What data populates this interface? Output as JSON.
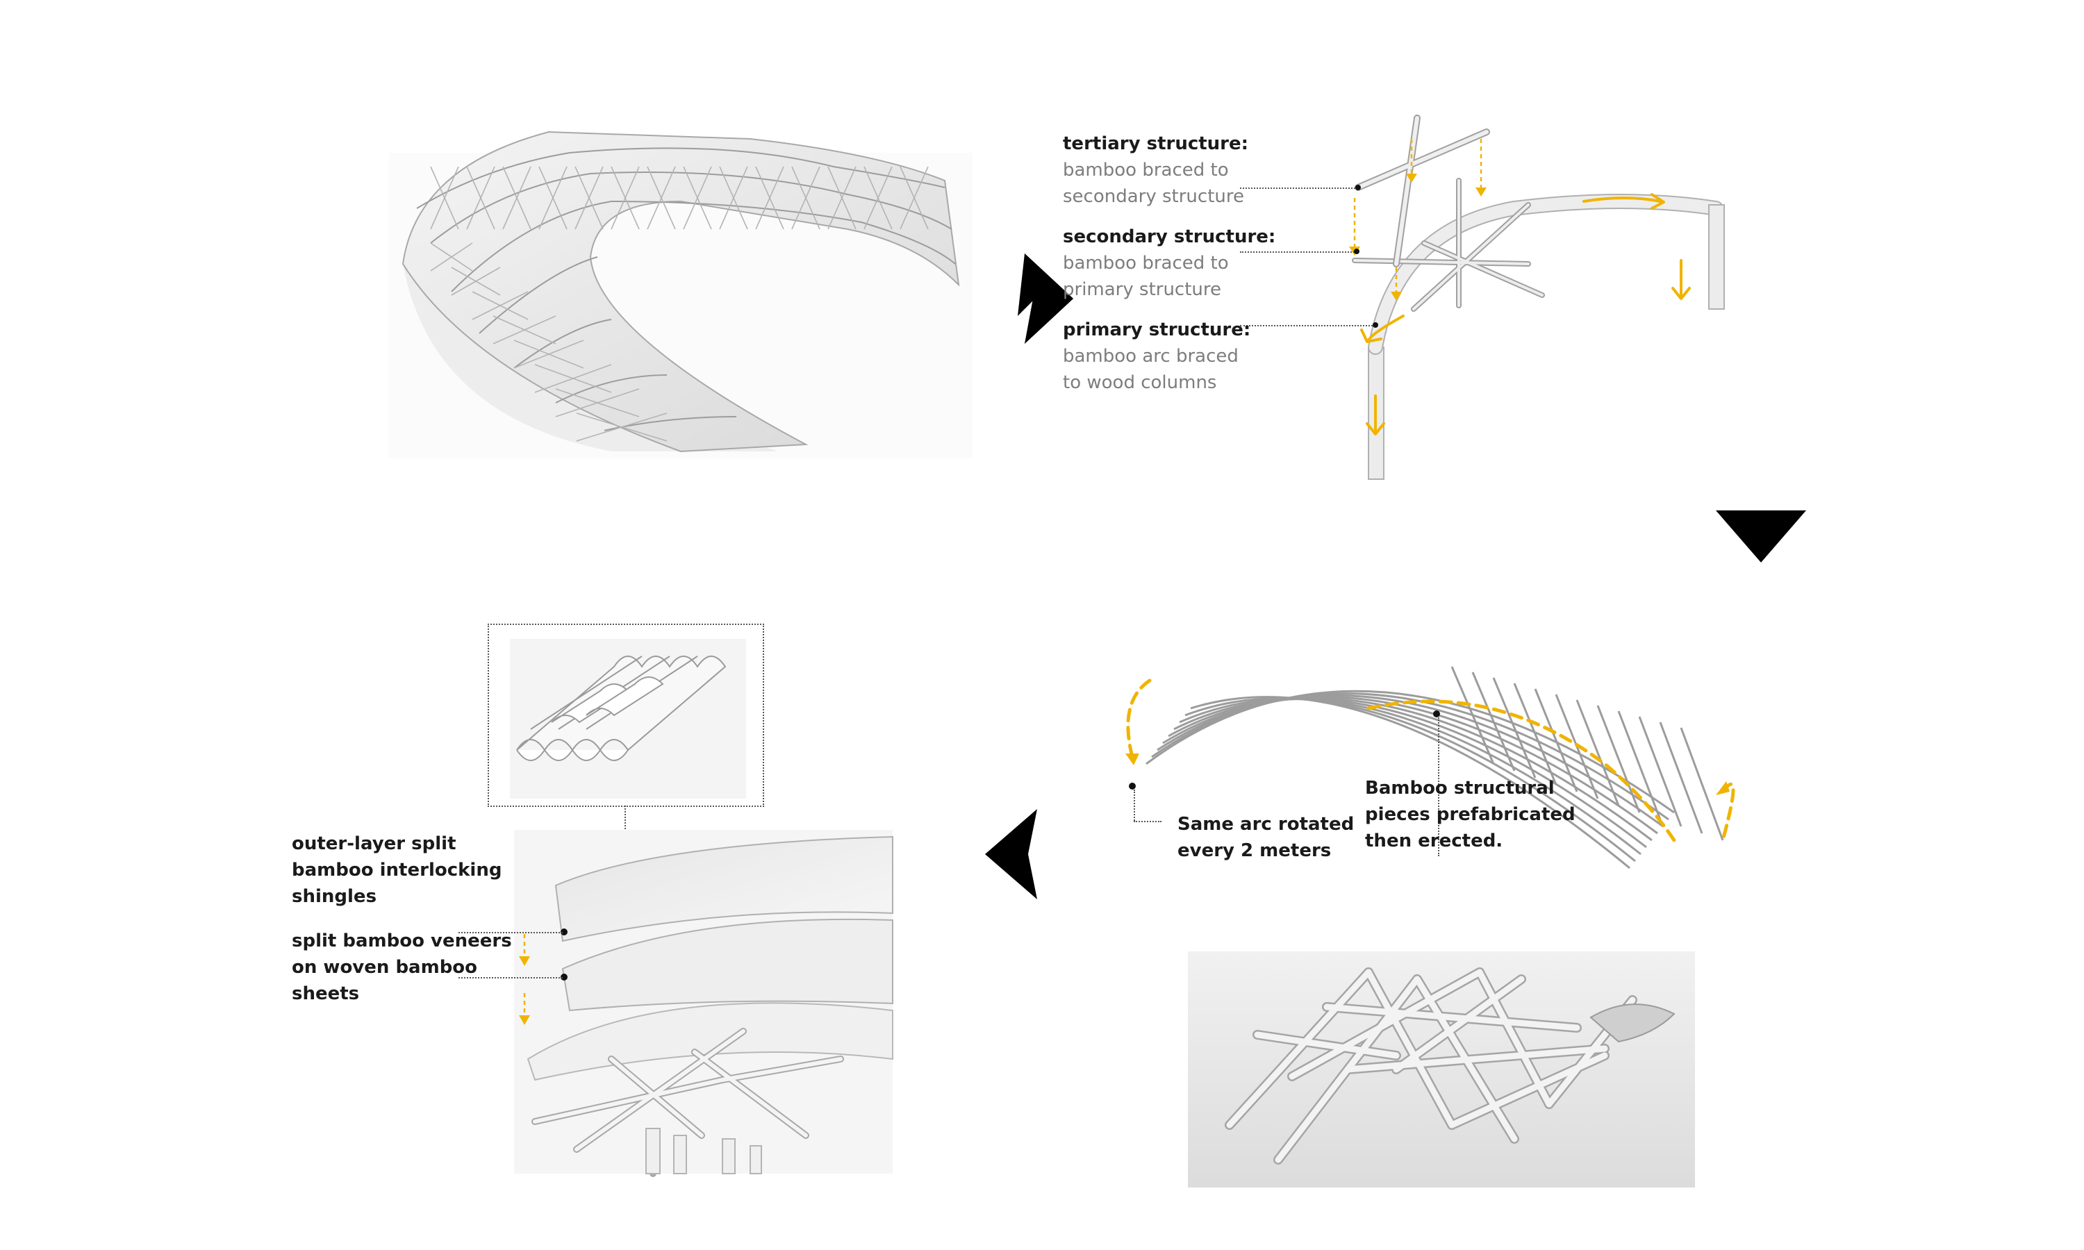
{
  "panels": {
    "panel1": {},
    "panel2": {
      "tertiary": {
        "head": "tertiary structure:",
        "line1": "bamboo braced to",
        "line2": "secondary structure"
      },
      "secondary": {
        "head": "secondary structure:",
        "line1": "bamboo braced to",
        "line2": "primary structure"
      },
      "primary": {
        "head": "primary structure:",
        "line1": "bamboo arc braced",
        "line2": "to wood columns"
      }
    },
    "panel3": {
      "arc_note": {
        "line1": "Same arc rotated",
        "line2": "every 2 meters"
      },
      "prefab_note": {
        "line1": "Bamboo structural",
        "line2": "pieces prefabricated",
        "line3": "then erected."
      }
    },
    "panel4": {
      "outer": {
        "line1": "outer-layer split",
        "line2": "bamboo interlocking",
        "line3": "shingles"
      },
      "veneer": {
        "line1": "split bamboo veneers",
        "line2": "on woven bamboo",
        "line3": "sheets"
      }
    }
  },
  "colors": {
    "accent": "#f0b400",
    "structure": "#e9e9e9",
    "stroke": "#9a9a9a",
    "arrow": "#000000"
  },
  "icons": [
    "arrow-right-icon",
    "arrow-down-icon",
    "arrow-left-icon"
  ]
}
